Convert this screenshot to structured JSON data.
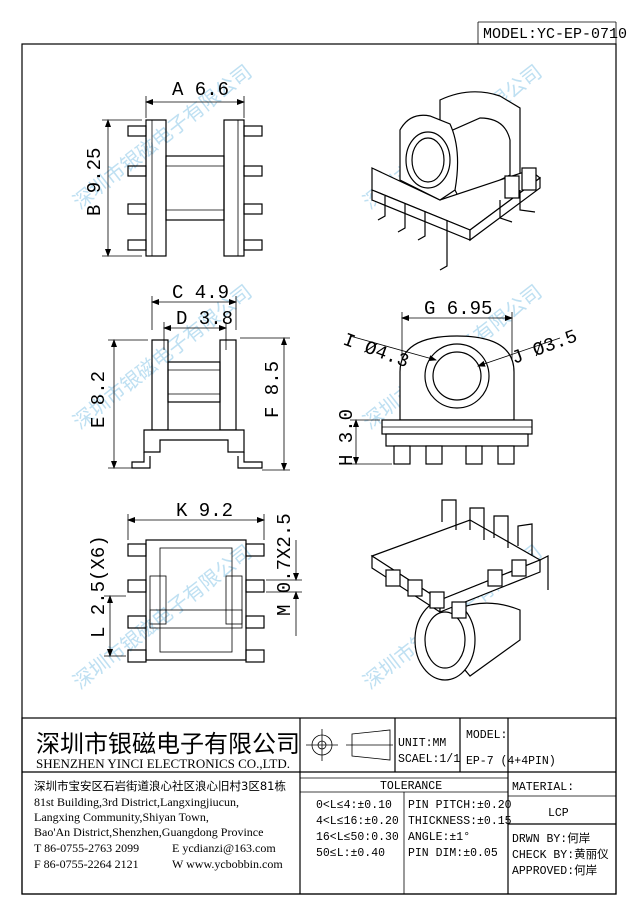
{
  "model_header": "MODEL:YC-EP-0710",
  "watermark": "深圳市银磁电子有限公司",
  "dimensions": {
    "a": "A 6.6",
    "b": "B 9.25",
    "c": "C 4.9",
    "d": "D 3.8",
    "e": "E 8.2",
    "f": "F 8.5",
    "g": "G 6.95",
    "h": "H 3.0",
    "i": "I Ø4.3",
    "j": "J Ø3.5",
    "k": "K 9.2",
    "l": "L 2.5(X6)",
    "m": "M 0.7X2.5"
  },
  "company": {
    "name_cn": "深圳市银磁电子有限公司",
    "name_en": "SHENZHEN YINCI ELECTRONICS CO.,LTD.",
    "address_lines": [
      "深圳市宝安区石岩街道浪心社区浪心旧村3区81栋",
      "81st Building,3rd District,Langxingjiucun,",
      "Langxing Community,Shiyan Town,",
      "Bao'An District,Shenzhen,Guangdong Province"
    ],
    "tel": "T 86-0755-2763 2099",
    "email": "E ycdianzi@163.com",
    "fax": "F 86-0755-2264 2121",
    "web": "W www.ycbobbin.com"
  },
  "title_block": {
    "unit": "UNIT:MM",
    "scale": "SCAEL:1/1",
    "model_label": "MODEL:",
    "model_value": "EP-7 (4+4PIN)",
    "tolerance_label": "TOLERANCE",
    "tolerances": [
      "0<L≤4:±0.10",
      "4<L≤16:±0.20",
      "16<L≤50:0.30",
      "50≤L:±0.40"
    ],
    "pin_tolerances": [
      "PIN PITCH:±0.20",
      "THICKNESS:±0.15",
      "ANGLE:±1°",
      "PIN DIM:±0.05"
    ],
    "material_label": "MATERIAL:",
    "material_value": "LCP",
    "drawn_by": "DRWN BY:何岸",
    "checked_by": "CHECK BY:黄丽仪",
    "approved_by": "APPROVED:何岸"
  }
}
